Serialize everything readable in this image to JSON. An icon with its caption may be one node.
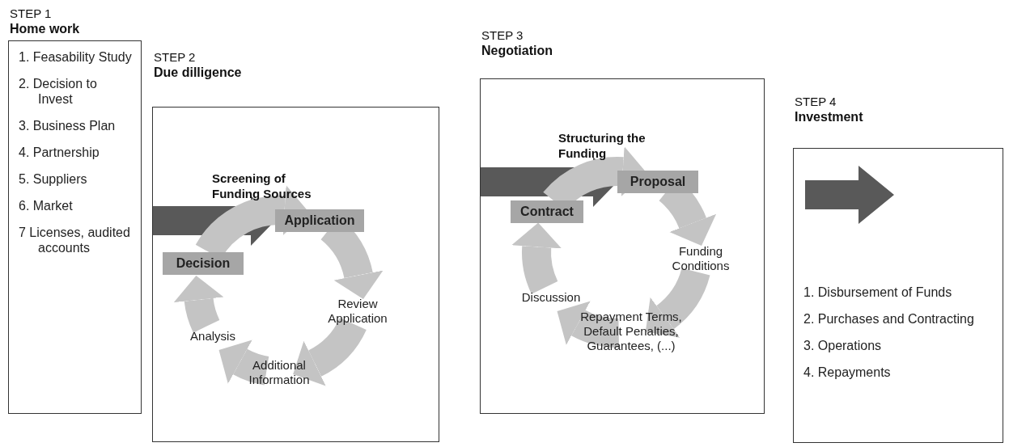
{
  "diagram": {
    "nodes": [
      {
        "text": [
          "STEP 1",
          "Home work",
          "1. Feasability Study",
          "2. Decision to Invest",
          "3. Business Plan",
          "4. Partnership",
          "5. Suppliers",
          "6. Market",
          "7 Licenses, audited accounts"
        ]
      },
      {
        "text": [
          "STEP 2",
          "Due dilligence"
        ]
      },
      {
        "text": [
          "Application"
        ],
        "in": 1
      },
      {
        "text": [
          "Review Application"
        ],
        "in": 1
      },
      {
        "text": [
          "Additional Information"
        ],
        "in": 1
      },
      {
        "text": [
          "Analysis"
        ],
        "in": 1
      },
      {
        "text": [
          "Decision"
        ],
        "in": 1
      },
      {
        "text": [
          "STEP 3",
          "Negotiation"
        ]
      },
      {
        "text": [
          "Proposal"
        ],
        "in": 7
      },
      {
        "text": [
          "Funding Conditions"
        ],
        "in": 7
      },
      {
        "text": [
          "Repayment Terms, Default Penalties, Guarantees, (...)"
        ],
        "in": 7
      },
      {
        "text": [
          "Discussion"
        ],
        "in": 7
      },
      {
        "text": [
          "Contract"
        ],
        "in": 7
      },
      {
        "text": [
          "STEP 4",
          "Investment",
          "1. Disbursement of Funds",
          "2. Purchases and Contracting",
          "3. Operations",
          "4. Repayments"
        ]
      },
      {
        "text": [],
        "shape": "arrow",
        "in": 13
      }
    ],
    "edges": [
      {
        "from": null,
        "to": 2,
        "arrow": "to",
        "label": "Screening of Funding Sources",
        "color": "#595959"
      },
      {
        "from": 2,
        "to": 3,
        "arrow": "to"
      },
      {
        "from": 3,
        "to": 4,
        "arrow": "to"
      },
      {
        "from": 4,
        "to": 5,
        "arrow": "to"
      },
      {
        "from": 5,
        "to": 6,
        "arrow": "to"
      },
      {
        "from": 6,
        "to": 2,
        "arrow": "to"
      },
      {
        "from": null,
        "to": 8,
        "arrow": "to",
        "label": "Structuring the Funding",
        "color": "#595959"
      },
      {
        "from": 8,
        "to": 9,
        "arrow": "to"
      },
      {
        "from": 9,
        "to": 10,
        "arrow": "to"
      },
      {
        "from": 10,
        "to": 11,
        "arrow": "to"
      },
      {
        "from": 11,
        "to": 12,
        "arrow": "to"
      },
      {
        "from": 12,
        "to": 8,
        "arrow": "to"
      }
    ]
  }
}
